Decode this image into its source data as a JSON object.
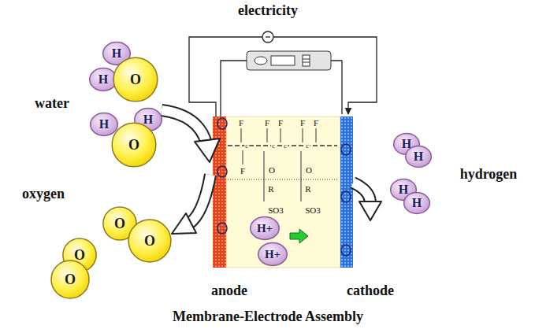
{
  "diagram": {
    "caption": "Membrane-Electrode Assembly",
    "nodes": [
      {
        "text": [
          "H"
        ]
      },
      {
        "text": [
          "H"
        ]
      },
      {
        "text": [
          "O"
        ]
      },
      {
        "text": [
          "H"
        ]
      },
      {
        "text": [
          "H"
        ]
      },
      {
        "text": [
          "O"
        ]
      },
      {
        "text": [
          "O"
        ]
      },
      {
        "text": [
          "O"
        ]
      },
      {
        "text": [
          "O"
        ]
      },
      {
        "text": [
          "O"
        ]
      },
      {
        "text": [
          "H"
        ]
      },
      {
        "text": [
          "H"
        ]
      },
      {
        "text": [
          "H"
        ]
      },
      {
        "text": [
          "H"
        ]
      },
      {
        "text": [
          "H+"
        ]
      },
      {
        "text": [
          "H+"
        ]
      }
    ],
    "labels": [
      "electricity",
      "water",
      "oxygen",
      "hydrogen",
      "F",
      "F",
      "F",
      "F",
      "F",
      "c",
      "c",
      "c",
      "c",
      "F",
      "O",
      "O",
      "R",
      "R",
      "SO3",
      "SO3",
      "anode",
      "cathode"
    ]
  }
}
